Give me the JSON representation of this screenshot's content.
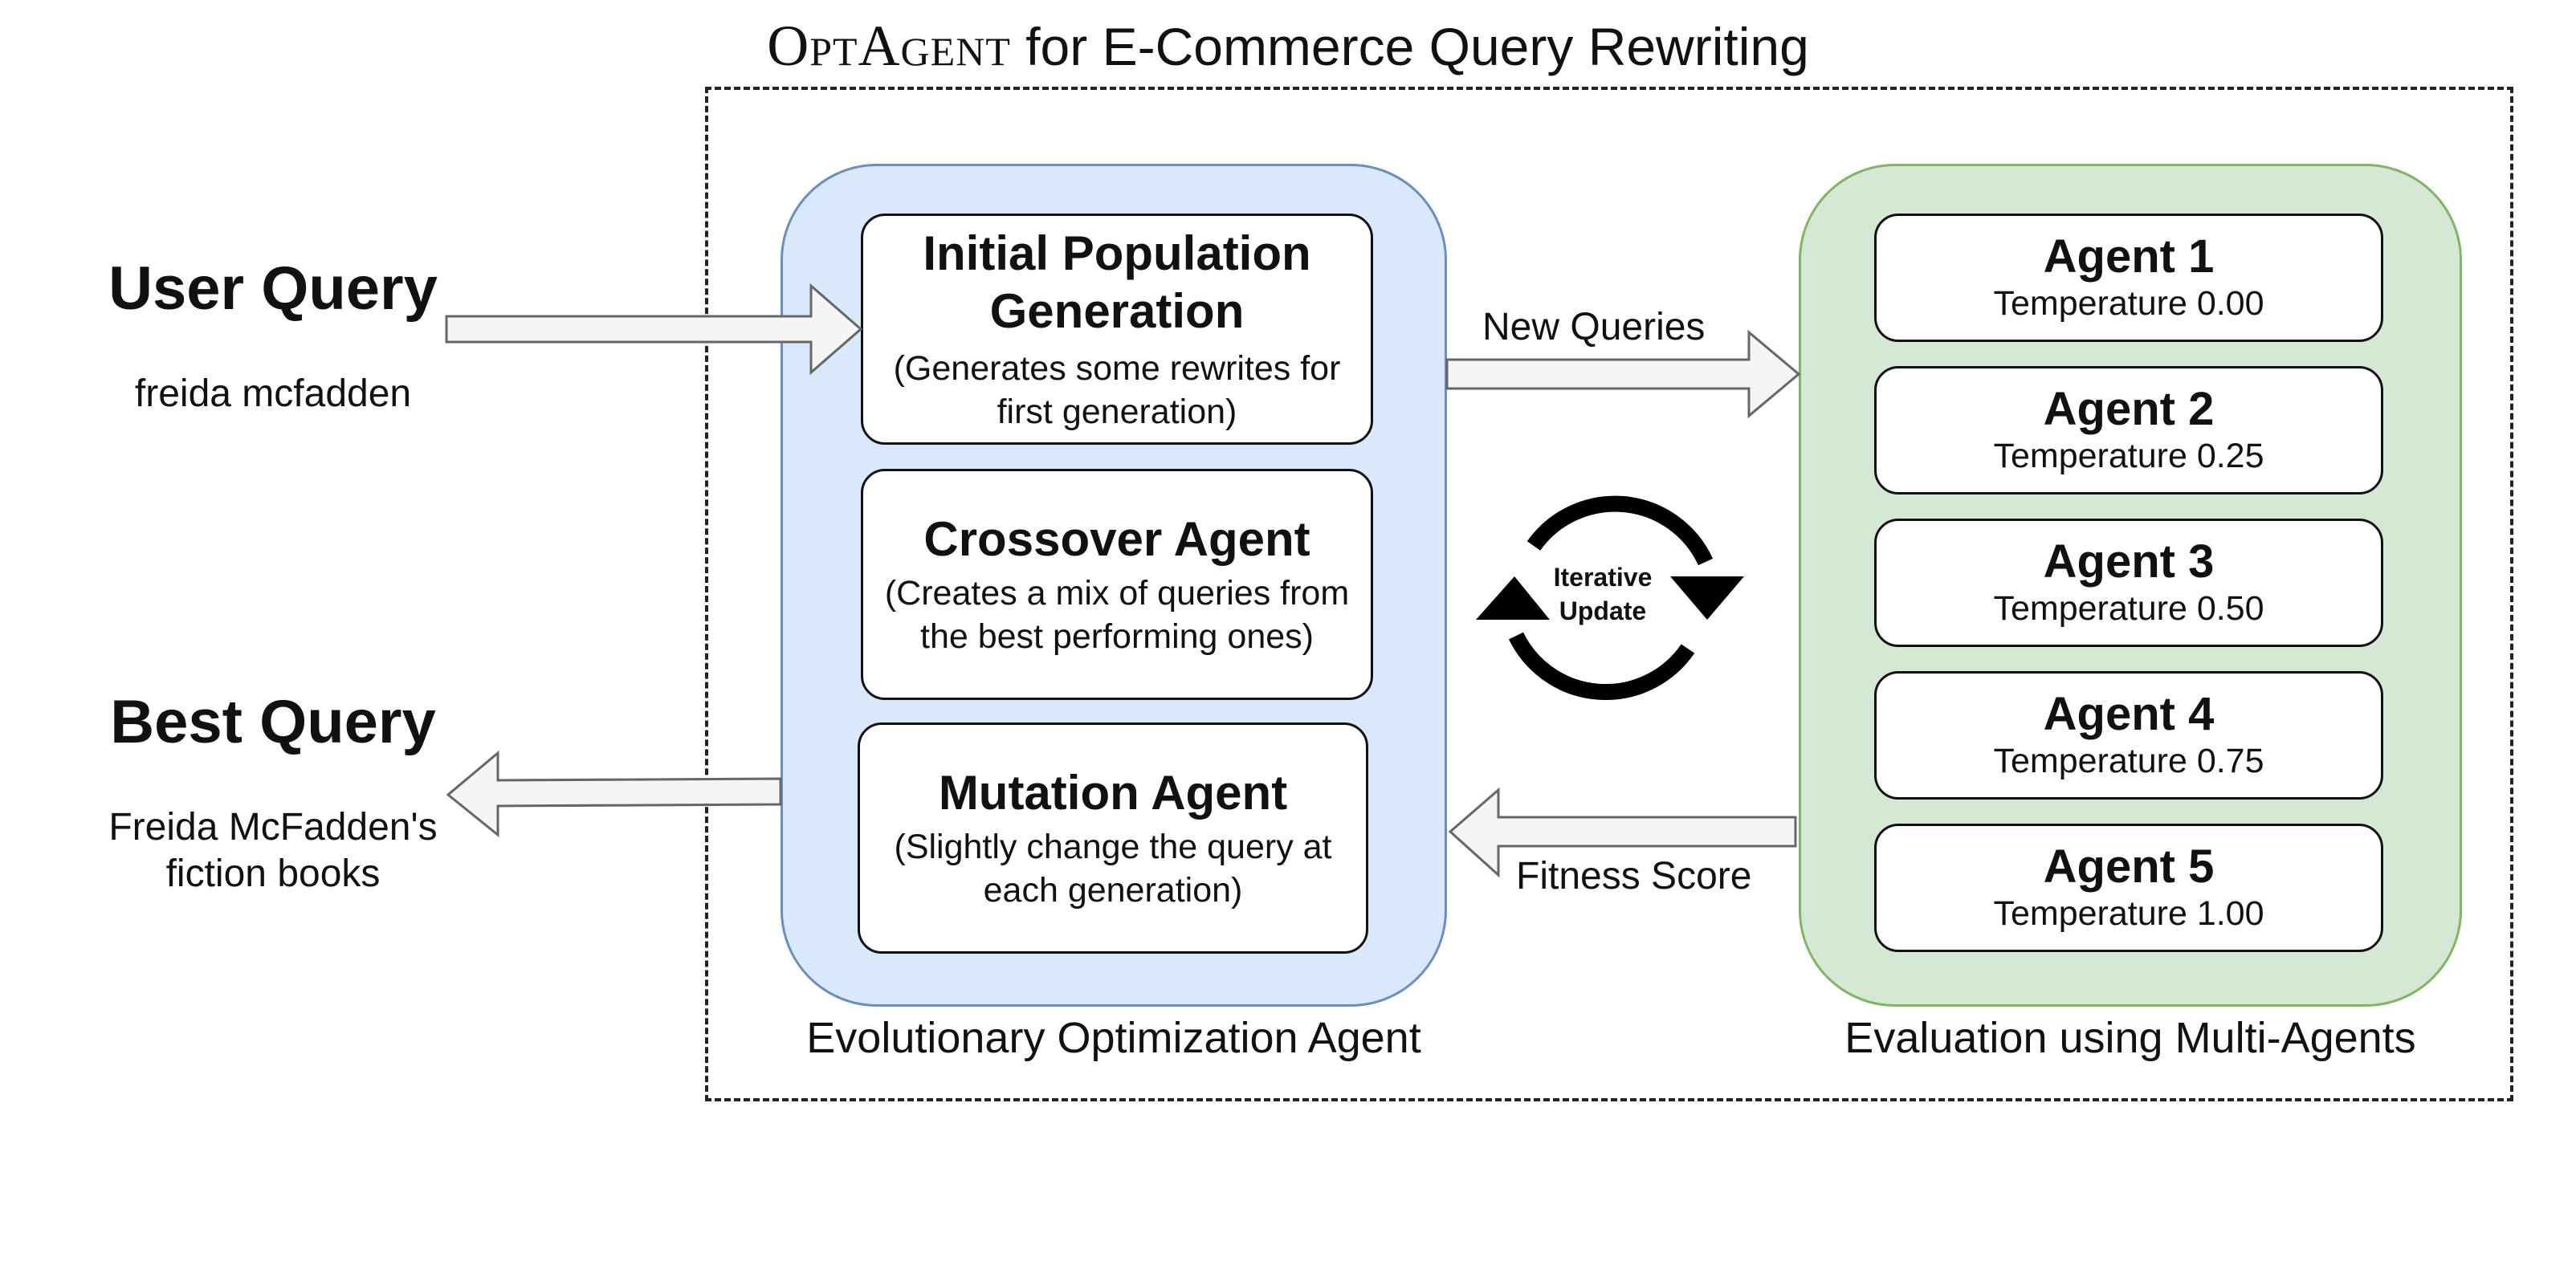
{
  "title": {
    "brand": "OptAgent",
    "rest": " for E-Commerce Query Rewriting"
  },
  "user_query": {
    "heading": "User Query",
    "example": "freida mcfadden"
  },
  "best_query": {
    "heading": "Best Query",
    "example_line1": "Freida McFadden's",
    "example_line2": "fiction books"
  },
  "evolution": {
    "caption": "Evolutionary Optimization Agent",
    "cards": [
      {
        "title_line1": "Initial Population",
        "title_line2": "Generation",
        "desc_line1": "(Generates some rewrites for",
        "desc_line2": "first generation)"
      },
      {
        "title_line1": "Crossover Agent",
        "desc_line1": "(Creates a mix of queries from",
        "desc_line2": "the best performing ones)"
      },
      {
        "title_line1": "Mutation Agent",
        "desc_line1": "(Slightly change the query at",
        "desc_line2": "each generation)"
      }
    ]
  },
  "evaluation": {
    "caption": "Evaluation using Multi-Agents",
    "agents": [
      {
        "name": "Agent 1",
        "temp": "Temperature 0.00"
      },
      {
        "name": "Agent 2",
        "temp": "Temperature 0.25"
      },
      {
        "name": "Agent 3",
        "temp": "Temperature 0.50"
      },
      {
        "name": "Agent 4",
        "temp": "Temperature 0.75"
      },
      {
        "name": "Agent 5",
        "temp": "Temperature 1.00"
      }
    ]
  },
  "edges": {
    "new_queries": "New Queries",
    "fitness_score": "Fitness Score"
  },
  "cycle": {
    "line1": "Iterative",
    "line2": "Update",
    "icon": "refresh-cycle-icon"
  },
  "colors": {
    "blue_fill": "#dae8fc",
    "blue_stroke": "#6c8ebf",
    "green_fill": "#d5e8d4",
    "green_stroke": "#82b366",
    "arrow_fill": "#f5f5f5",
    "arrow_stroke": "#666666"
  }
}
